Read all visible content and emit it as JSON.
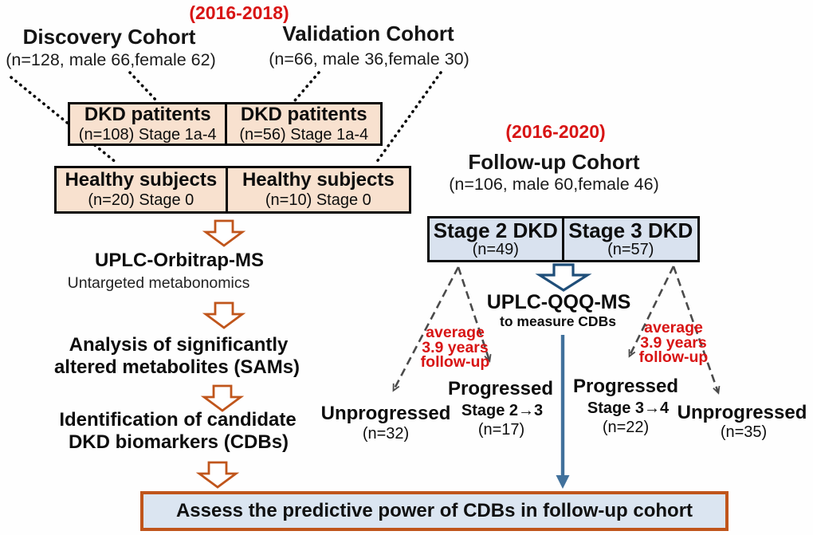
{
  "colors": {
    "red_text": "#d81414",
    "orange_accent": "#c0551b",
    "navy_outline": "#1f4e79",
    "steel_blue_arrow": "#41719c",
    "peach_box_fill": "#f8e1cf",
    "light_blue_fill": "#d9e2ef",
    "dashed_gray": "#4a4a4a",
    "black": "#0d0d0d"
  },
  "header": {
    "period_left": "(2016-2018)",
    "discovery": {
      "title": "Discovery Cohort",
      "subtitle": "(n=128, male 66,female 62)"
    },
    "validation": {
      "title": "Validation Cohort",
      "subtitle": "(n=66, male 36,female 30)"
    }
  },
  "dkd_boxes": [
    {
      "title": "DKD patitents",
      "subtitle": "(n=108) Stage 1a-4"
    },
    {
      "title": "DKD patitents",
      "subtitle": "(n=56) Stage 1a-4"
    }
  ],
  "healthy_boxes": [
    {
      "title": "Healthy subjects",
      "subtitle": "(n=20) Stage 0"
    },
    {
      "title": "Healthy subjects",
      "subtitle": "(n=10) Stage 0"
    }
  ],
  "left_flow": {
    "step1_title": "UPLC-Orbitrap-MS",
    "step1_subtitle": "Untargeted metabonomics",
    "step2_line1": "Analysis of significantly",
    "step2_line2": "altered metabolites (SAMs)",
    "step3_line1": "Identification of candidate",
    "step3_line2": "DKD biomarkers (CDBs)"
  },
  "followup": {
    "period": "(2016-2020)",
    "title": "Follow-up Cohort",
    "subtitle": "(n=106, male 60,female 46)",
    "stage_boxes": [
      {
        "title": "Stage 2 DKD",
        "subtitle": "(n=49)"
      },
      {
        "title": "Stage 3 DKD",
        "subtitle": "(n=57)"
      }
    ],
    "ms_title": "UPLC-QQQ-MS",
    "ms_subtitle": "to measure CDBs",
    "note_left": {
      "line1": "average",
      "line2": "3.9 years",
      "line3": "follow-up"
    },
    "note_right": {
      "line1": "average",
      "line2": "3.9 years",
      "line3": "follow-up"
    },
    "outcomes": [
      {
        "title": "Unprogressed",
        "stage": "",
        "n": "(n=32)"
      },
      {
        "title": "Progressed",
        "stage": "Stage 2→3",
        "n": "(n=17)"
      },
      {
        "title": "Progressed",
        "stage": "Stage 3→4",
        "n": "(n=22)"
      },
      {
        "title": "Unprogressed",
        "stage": "",
        "n": "(n=35)"
      }
    ]
  },
  "bottom_box": {
    "label": "Assess the predictive power of CDBs in follow-up cohort"
  }
}
